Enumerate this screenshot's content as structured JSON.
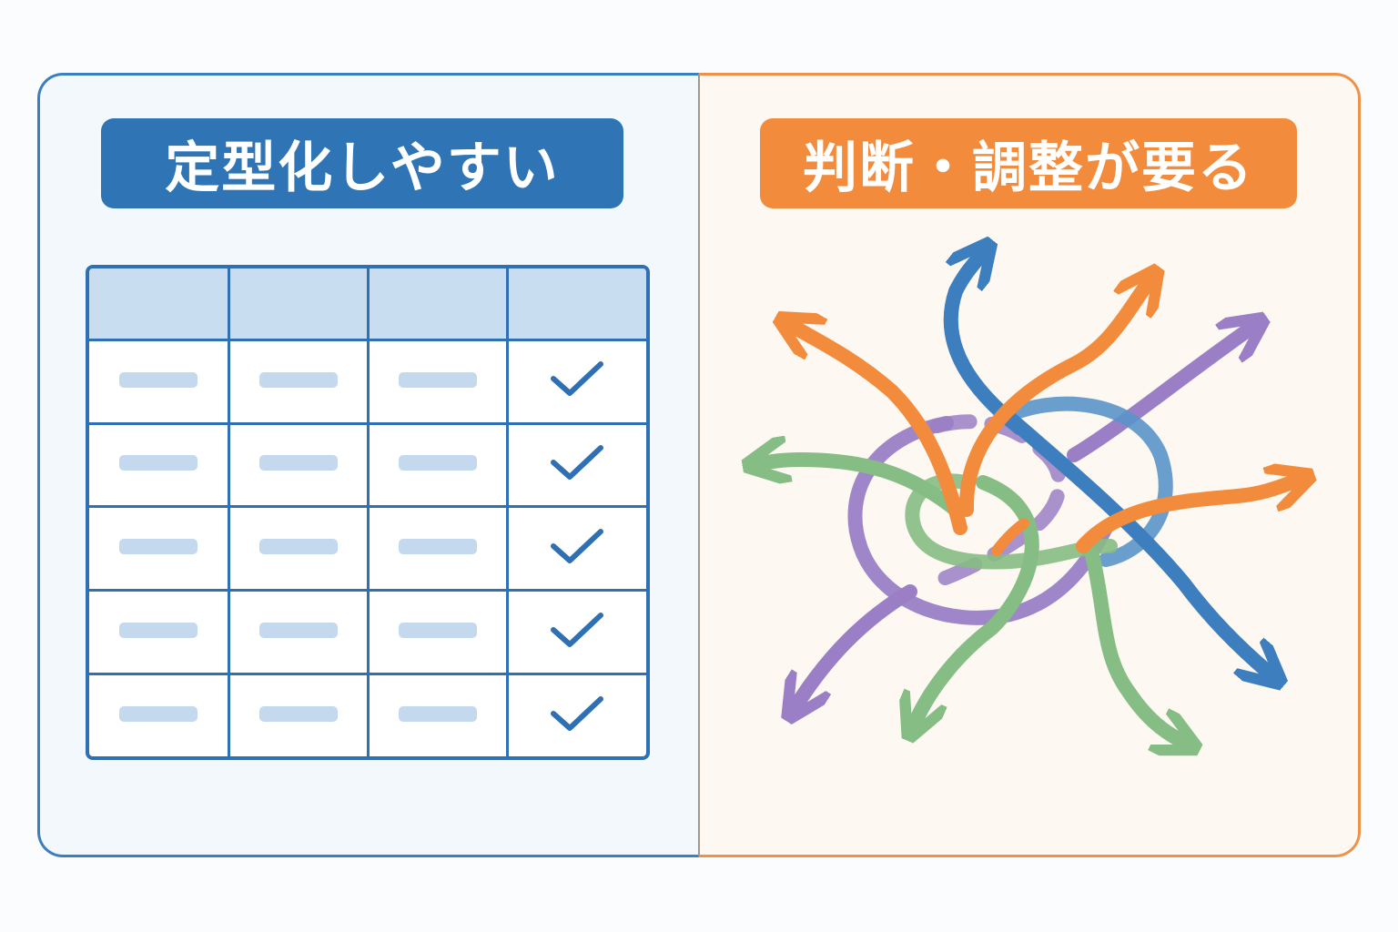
{
  "left_panel": {
    "title": "定型化しやすい",
    "table": {
      "columns": 4,
      "rows": 5,
      "row_checked": [
        true,
        true,
        true,
        true,
        true
      ]
    }
  },
  "right_panel": {
    "title": "判断・調整が要る"
  },
  "colors": {
    "blue": "#3a7fc0",
    "orange": "#f28b3c",
    "purple": "#9a7fc6",
    "green": "#86bd84",
    "steel_blue": "#3d7ebe"
  }
}
